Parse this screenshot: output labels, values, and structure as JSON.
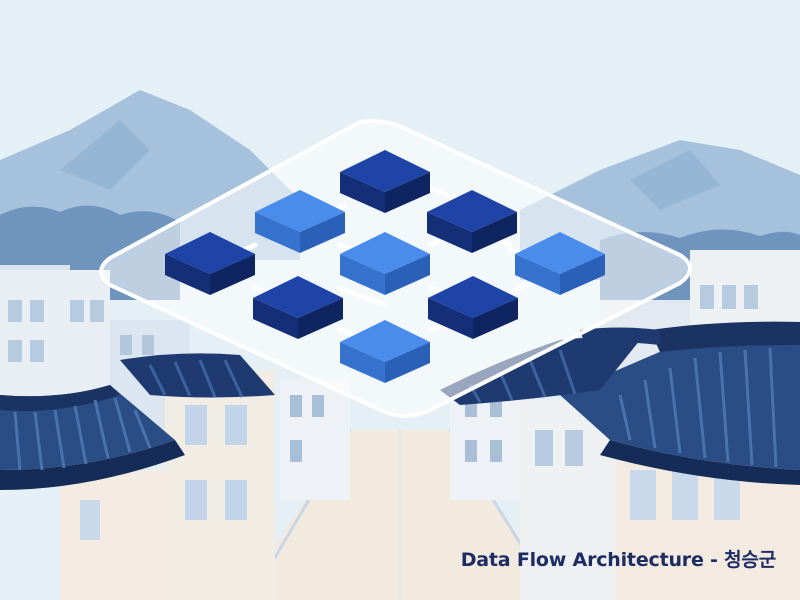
{
  "illustration": {
    "caption": "Data Flow Architecture - 청승군",
    "subject": "isometric grid of data blocks floating above a traditional hanok street with mountains",
    "colors": {
      "sky": "#e4f0f6",
      "mountain_far": "#a9c3dc",
      "mountain_near": "#87a9cb",
      "trees": "#6f95bf",
      "wall_light": "#f4ece2",
      "wall_blue": "#c9d8ea",
      "roof_dark": "#1f3a70",
      "roof_tile": "#31568f",
      "block_dark": "#1a3c96",
      "block_light": "#3d7fe0",
      "panel": "#ffffff",
      "caption_text": "#1d2d63"
    },
    "blocks": [
      {
        "tone": "dark"
      },
      {
        "tone": "light"
      },
      {
        "tone": "dark"
      },
      {
        "tone": "dark"
      },
      {
        "tone": "light"
      },
      {
        "tone": "light"
      },
      {
        "tone": "dark"
      },
      {
        "tone": "dark"
      },
      {
        "tone": "light"
      }
    ]
  }
}
